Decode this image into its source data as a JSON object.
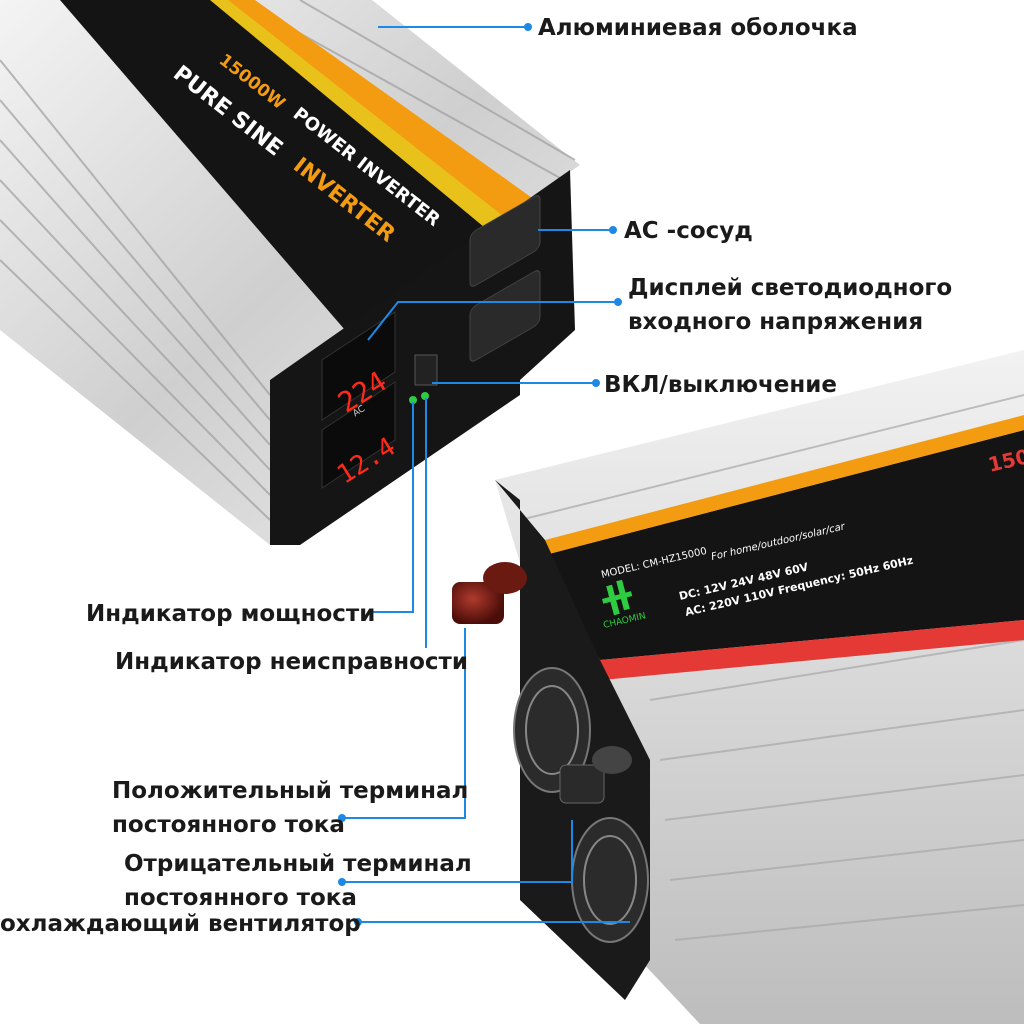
{
  "labels": {
    "aluminum_shell": "Алюминиевая оболочка",
    "ac_outlet": "АС -сосуд",
    "led_display_line1": "Дисплей светодиодного",
    "led_display_line2": "входного напряжения",
    "on_off": "ВКЛ/выключение",
    "power_indicator": "Индикатор мощности",
    "fault_indicator": "Индикатор неисправности",
    "dc_positive_line1": "Положительный терминал",
    "dc_positive_line2": "постоянного тока",
    "dc_negative_line1": "Отрицательный терминал",
    "dc_negative_line2": "постоянного тока",
    "cooling_fan": "охлаждающий вентилятор"
  },
  "product_top": {
    "brand_badge": "15000W",
    "line1": "POWER INVERTER",
    "line2_a": "PURE SINE",
    "line2_b": "INVERTER",
    "display_ac_value": "224",
    "display_ac_unit": "AC",
    "display_dc_value": "12.4"
  },
  "product_bottom": {
    "model": "MODEL: CM-HZ15000",
    "usage": "For home/outdoor/solar/car",
    "dc_row": "DC: 12V  24V  48V  60V",
    "ac_row": "AC: 220V  110V  Frequency: 50Hz  60Hz",
    "brand": "CHAOMIN",
    "badge": "150"
  },
  "colors": {
    "leader_line": "#1e88e5",
    "stripe_orange": "#f39c12",
    "stripe_red": "#e53935",
    "led_red": "#ff2a1a"
  }
}
